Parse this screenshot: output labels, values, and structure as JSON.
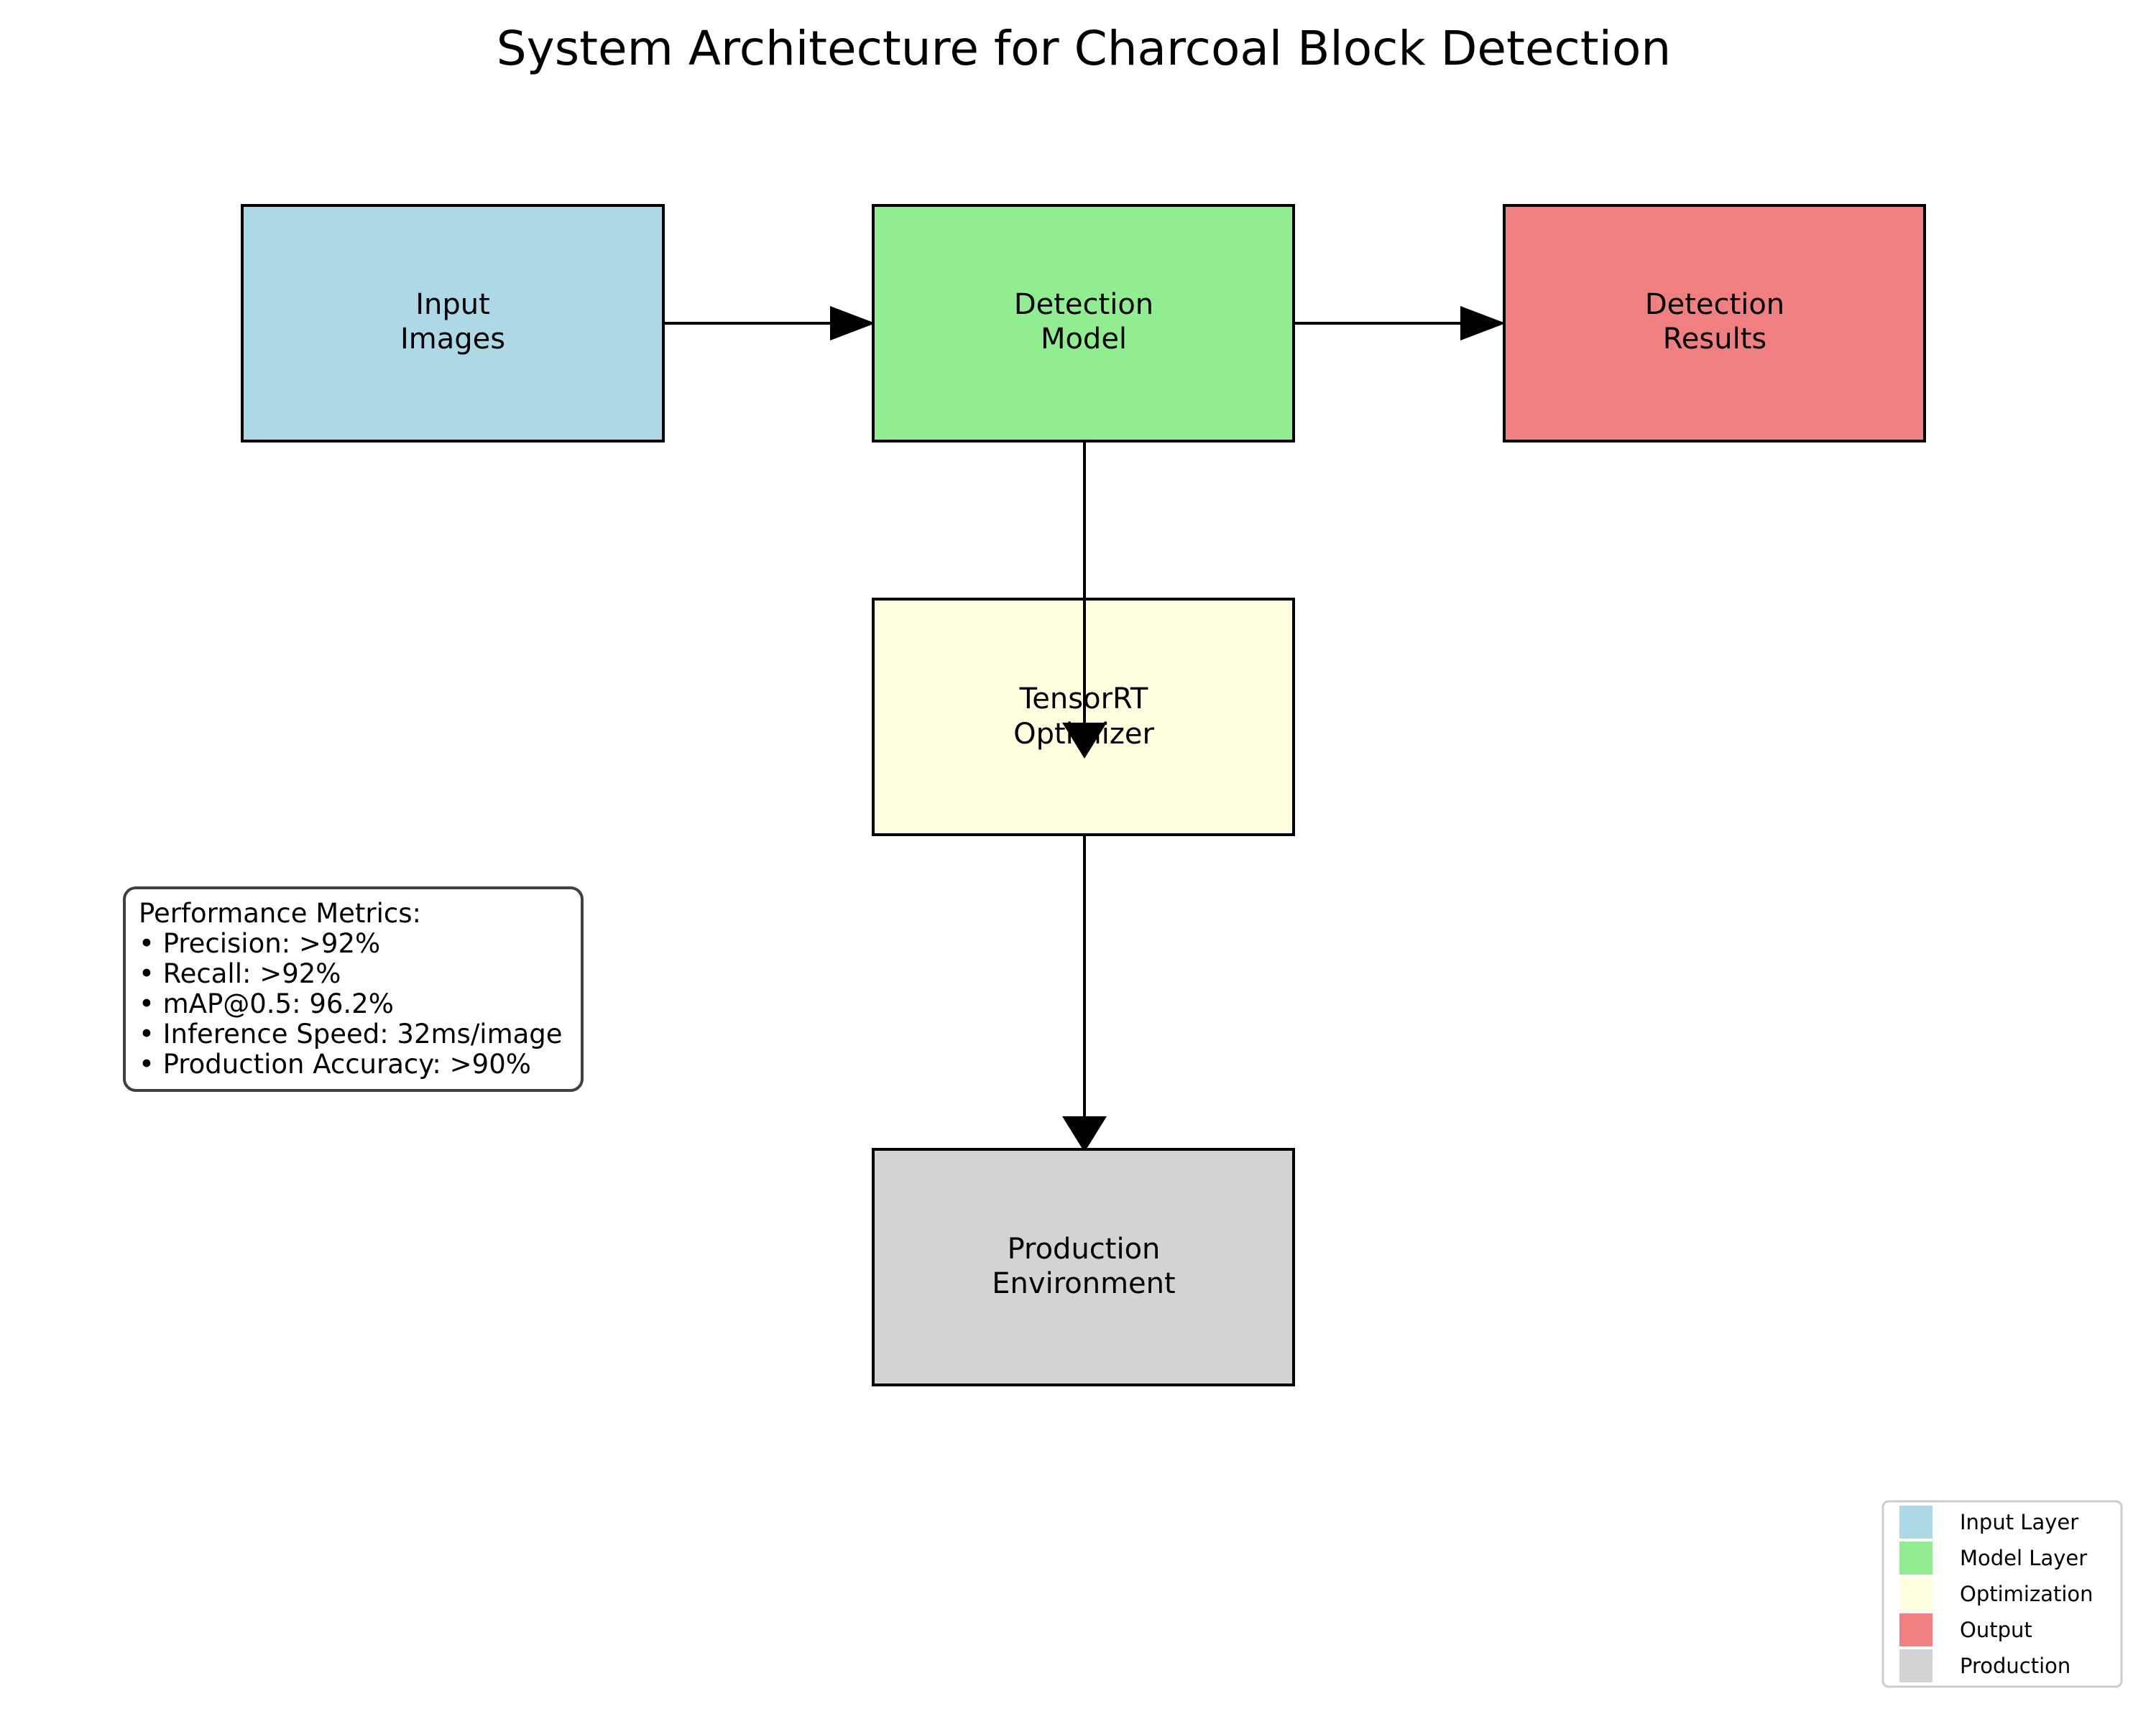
{
  "title": "System Architecture for Charcoal Block Detection",
  "nodes": {
    "input": {
      "line1": "Input",
      "line2": "Images",
      "color": "#add8e6"
    },
    "model": {
      "line1": "Detection",
      "line2": "Model",
      "color": "#90ee90"
    },
    "results": {
      "line1": "Detection",
      "line2": "Results",
      "color": "#f08080"
    },
    "optimizer": {
      "line1": "TensorRT",
      "line2": "Optimizer",
      "color": "#ffffe0"
    },
    "production": {
      "line1": "Production",
      "line2": "Environment",
      "color": "#d3d3d3"
    }
  },
  "edges": [
    {
      "from": "Input Images",
      "to": "Detection Model"
    },
    {
      "from": "Detection Model",
      "to": "Detection Results"
    },
    {
      "from": "Detection Model",
      "to": "TensorRT Optimizer"
    },
    {
      "from": "TensorRT Optimizer",
      "to": "Production Environment"
    }
  ],
  "metrics": {
    "heading": "Performance Metrics:",
    "items": [
      "• Precision: >92%",
      "• Recall: >92%",
      "• mAP@0.5: 96.2%",
      "• Inference Speed: 32ms/image",
      "• Production Accuracy: >90%"
    ]
  },
  "legend": {
    "items": [
      {
        "label": "Input Layer",
        "color": "#add8e6"
      },
      {
        "label": "Model Layer",
        "color": "#90ee90"
      },
      {
        "label": "Optimization",
        "color": "#ffffe0"
      },
      {
        "label": "Output",
        "color": "#f08080"
      },
      {
        "label": "Production",
        "color": "#d3d3d3"
      }
    ]
  }
}
